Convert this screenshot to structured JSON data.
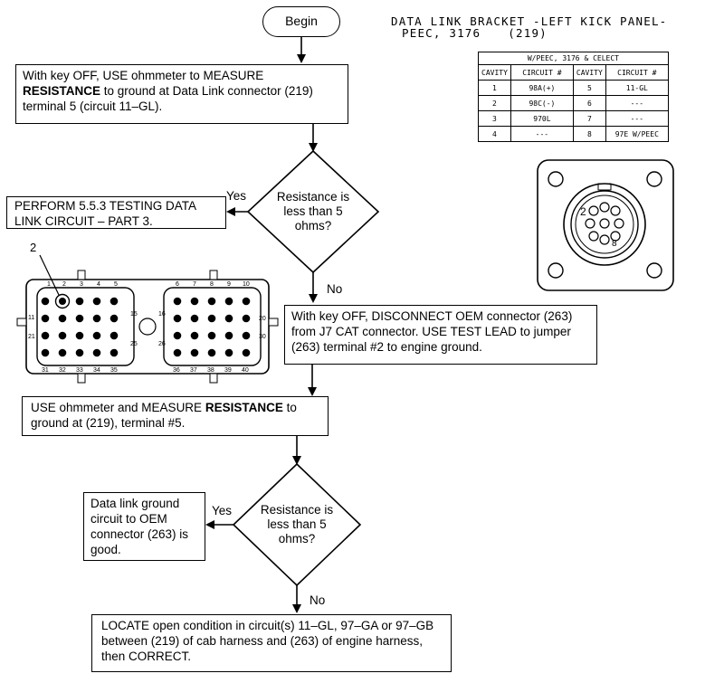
{
  "flow": {
    "begin": "Begin",
    "step1": {
      "pre": "With key OFF, USE ohmmeter to MEASURE ",
      "bold": "RESISTANCE",
      "post": " to ground at Data Link connector (219) terminal 5 (circuit 11–GL)."
    },
    "decision1": "Resistance is less than 5 ohms?",
    "yes1": "Yes",
    "no1": "No",
    "perform": "PERFORM 5.5.3 TESTING DATA LINK CIRCUIT – PART 3.",
    "step2": "With key OFF, DISCONNECT OEM connector (263) from J7 CAT connector. USE TEST LEAD to jumper (263) terminal #2 to engine ground.",
    "step3": {
      "pre": "USE ohmmeter and MEASURE ",
      "bold": "RESISTANCE",
      "post": " to ground at (219), terminal #5."
    },
    "decision2": "Resistance is less than 5 ohms?",
    "yes2": "Yes",
    "no2": "No",
    "good": "Data link ground circuit to OEM connector (263) is good.",
    "locate": "LOCATE open condition in circuit(s) 11–GL, 97–GA or 97–GB between (219) of cab harness and (263) of engine harness, then CORRECT."
  },
  "bracket": {
    "title_line1": "DATA LINK BRACKET -LEFT KICK PANEL-",
    "title_line2": "PEEC, 3176",
    "title_ref": "(219)"
  },
  "cavity_table": {
    "caption": "W/PEEC, 3176 & CELECT",
    "headers": [
      "CAVITY",
      "CIRCUIT #",
      "CAVITY",
      "CIRCUIT #"
    ],
    "rows": [
      [
        "1",
        "98A(+)",
        "5",
        "11-GL"
      ],
      [
        "2",
        "98C(-)",
        "6",
        "---"
      ],
      [
        "3",
        "970L",
        "7",
        "---"
      ],
      [
        "4",
        "---",
        "8",
        "97E W/PEEC"
      ]
    ]
  },
  "connector_263": {
    "callout": "2",
    "top_left_labels": [
      "1",
      "2",
      "3",
      "4",
      "5"
    ],
    "top_right_labels": [
      "6",
      "7",
      "8",
      "9",
      "10"
    ],
    "bottom_left_labels": [
      "31",
      "32",
      "33",
      "34",
      "35"
    ],
    "bottom_right_labels": [
      "36",
      "37",
      "38",
      "39",
      "40"
    ],
    "side_labels": [
      "11",
      "21",
      "15",
      "16",
      "25",
      "26",
      "20",
      "30"
    ]
  }
}
